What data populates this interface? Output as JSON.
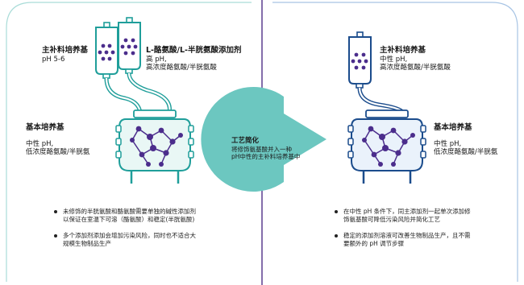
{
  "colors": {
    "left_dark": "#1f9e9a",
    "left_frame": "#a9dcd8",
    "left_tank_fill": "#e9f7f5",
    "right_dark": "#1b4c8c",
    "right_frame": "#a7c4e4",
    "right_tank_fill": "#eaf2fb",
    "cells": "#4b2d8c",
    "arrow": "#6cc7c0",
    "divider": "#5b3f8f"
  },
  "left": {
    "bag1": {
      "title": "主补料培养基",
      "sub": "pH 5-6"
    },
    "bag2": {
      "title": "L-酪氨酸/L-半胱氨酸添加剂",
      "line1": "高 pH,",
      "line2": "高浓度酪氨酸/半胱氨酸"
    },
    "tank": {
      "title": "基本培养基",
      "line1": "中性 pH,",
      "line2": "低浓度酪氨酸/半胱氨"
    },
    "bullets": [
      "未修饰的半胱氨酸和酪氨酸需要单独的碱性添加剂以保证在室温下可溶（酪氨酸）和稳定(半胱氨酸)",
      "多个添加剂添加会增加污染风险，同时也不适合大规模生物制品生产"
    ]
  },
  "arrow": {
    "title": "工艺简化",
    "line1": "将修饰氨基酸并入一种",
    "line2": "pH中性的主补料培养基中"
  },
  "right": {
    "bag": {
      "title": "主补料培养基",
      "line1": "中性 pH,",
      "line2": "高浓度酪氨酸/半胱氨酸"
    },
    "tank": {
      "title": "基本培养基",
      "line1": "中性 pH,",
      "line2": "低浓度酪氨酸/半胱氨"
    },
    "bullets": [
      "在中性 pH 条件下，同主添加剂一起单次添加修饰氨基酸可降低污染风险并简化工艺",
      "稳定的添加剂溶液可改善生物制品生产，且不需要额外的 pH 调节步骤"
    ]
  }
}
